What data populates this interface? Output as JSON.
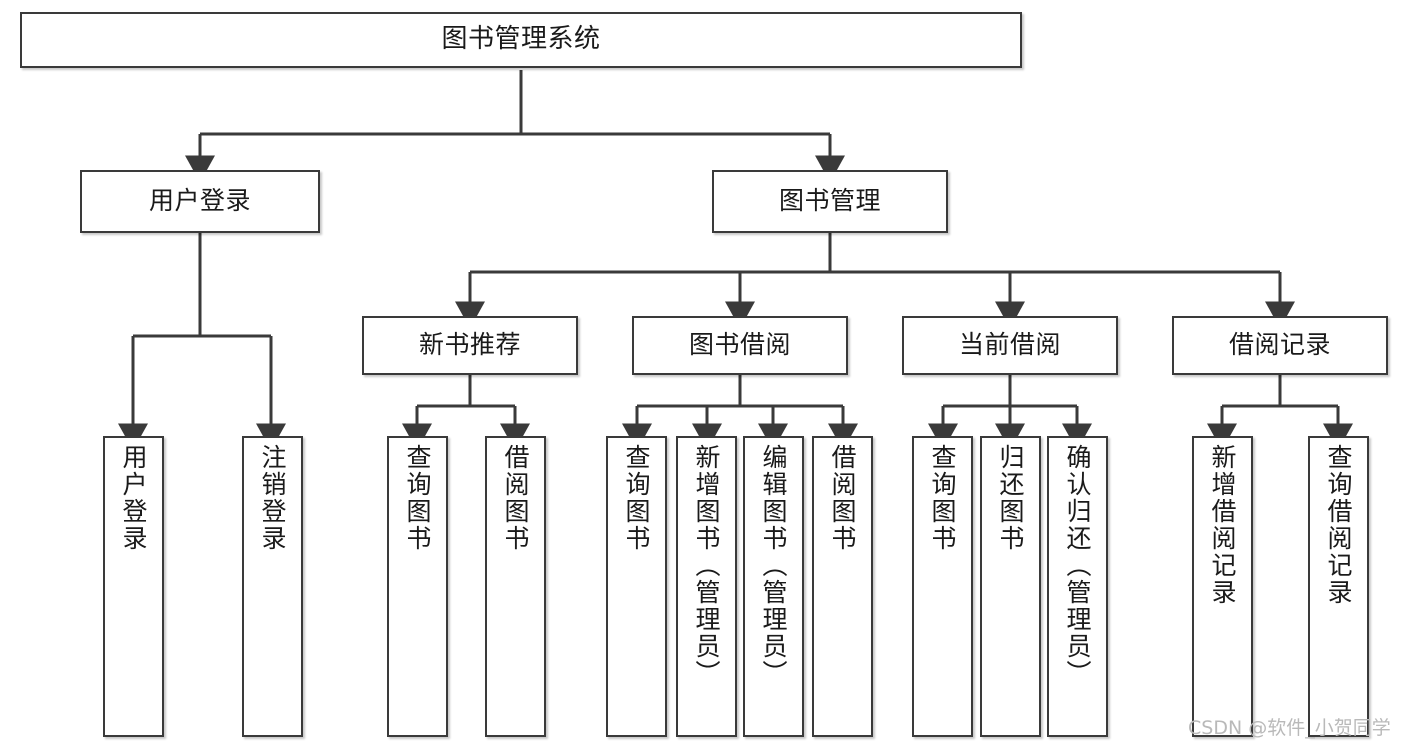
{
  "diagram": {
    "title": "图书管理系统",
    "type": "tree",
    "watermark": "CSDN @软件_小贺同学",
    "nodes": {
      "root": {
        "label": "图书管理系统"
      },
      "level2": [
        {
          "label": "用户登录"
        },
        {
          "label": "图书管理"
        }
      ],
      "level3": [
        {
          "label": "新书推荐"
        },
        {
          "label": "图书借阅"
        },
        {
          "label": "当前借阅"
        },
        {
          "label": "借阅记录"
        }
      ],
      "leaves_user_login": [
        {
          "label": "用户登录"
        },
        {
          "label": "注销登录"
        }
      ],
      "leaves_new_book": [
        {
          "label": "查询图书"
        },
        {
          "label": "借阅图书"
        }
      ],
      "leaves_borrow": [
        {
          "label": "查询图书"
        },
        {
          "label": "新增图书（管理员）"
        },
        {
          "label": "编辑图书（管理员）"
        },
        {
          "label": "借阅图书"
        }
      ],
      "leaves_current": [
        {
          "label": "查询图书"
        },
        {
          "label": "归还图书"
        },
        {
          "label": "确认归还（管理员）"
        }
      ],
      "leaves_records": [
        {
          "label": "新增借阅记录"
        },
        {
          "label": "查询借阅记录"
        }
      ]
    },
    "colors": {
      "stroke": "#3a3a3a",
      "fill": "#ffffff",
      "text": "#1a1a1a",
      "watermark": "#b9b9b9"
    }
  }
}
